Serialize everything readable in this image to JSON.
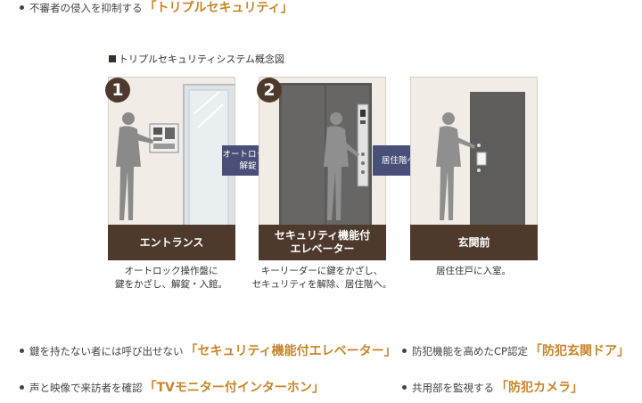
{
  "top_feature": {
    "text": "不審者の侵入を抑制する",
    "highlight": "「トリプルセキュリティ」"
  },
  "diagram_title": "トリプルセキュリティシステム概念図",
  "steps": [
    {
      "number": "1",
      "label": "エントランス",
      "caption_line1": "オートロック操作盤に",
      "caption_line2": "鍵をかざし、解錠・入館。"
    },
    {
      "number": "2",
      "label_line1": "セキュリティ機能付",
      "label_line2": "エレベーター",
      "caption_line1": "キーリーダーに鍵をかざし、",
      "caption_line2": "セキュリティを解除、居住階へ。"
    },
    {
      "label": "玄関前",
      "caption_line1": "居住住戸に入室。"
    }
  ],
  "arrows": [
    {
      "line1": "オートロック",
      "line2": "解錠"
    },
    {
      "line1": "居住階へ"
    }
  ],
  "features": [
    {
      "text": "鍵を持たない者には呼び出せない",
      "highlight": "「セキュリティ機能付エレベーター」"
    },
    {
      "text": "防犯機能を高めたCP認定",
      "highlight": "「防犯玄関ドア」"
    },
    {
      "text": "声と映像で来訪者を確認",
      "highlight": "「TVモニター付インターホン」"
    },
    {
      "text": "共用部を監視する",
      "highlight": "「防犯カメラ」"
    }
  ],
  "colors": {
    "brown": "#4d3a2c",
    "accent": "#c8852a",
    "navy": "#4a4f79",
    "panel": "#f1ede6"
  }
}
